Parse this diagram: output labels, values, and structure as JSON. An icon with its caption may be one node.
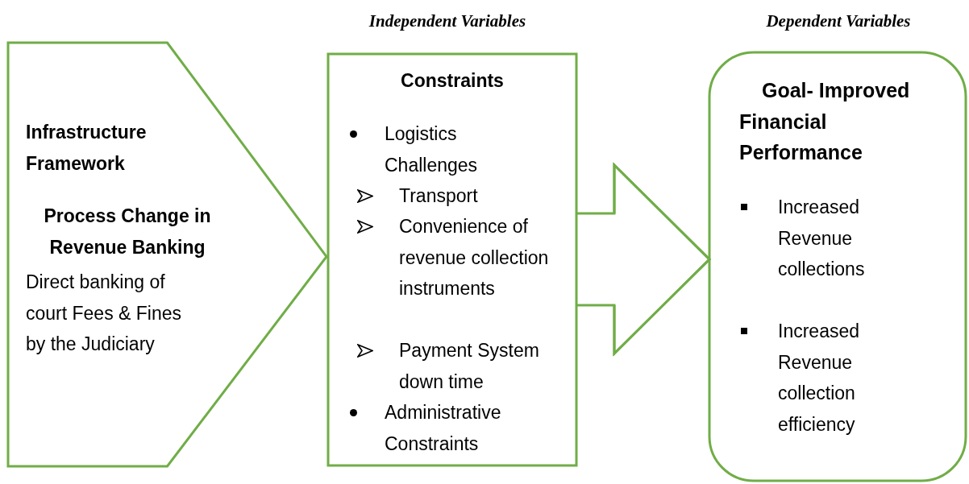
{
  "diagram": {
    "nodes": [
      {
        "text": [
          "Infrastructure Framework",
          "Process Change in Revenue Banking",
          "Direct banking of court Fees & Fines by the Judiciary"
        ]
      },
      {
        "text": [
          "Constraints",
          "Logistics Challenges",
          "Transport",
          "Convenience of revenue collection instruments",
          "Payment System down time",
          "Administrative Constraints"
        ]
      },
      {
        "text": [
          "Goal- Improved Financial Performance",
          "Increased Revenue collections",
          "Increased Revenue collection efficiency"
        ]
      }
    ],
    "edges": [
      {
        "from": 1,
        "to": 2,
        "arrow": "to"
      }
    ],
    "labels": [
      "Independent Variables",
      "Dependent Variables"
    ]
  }
}
